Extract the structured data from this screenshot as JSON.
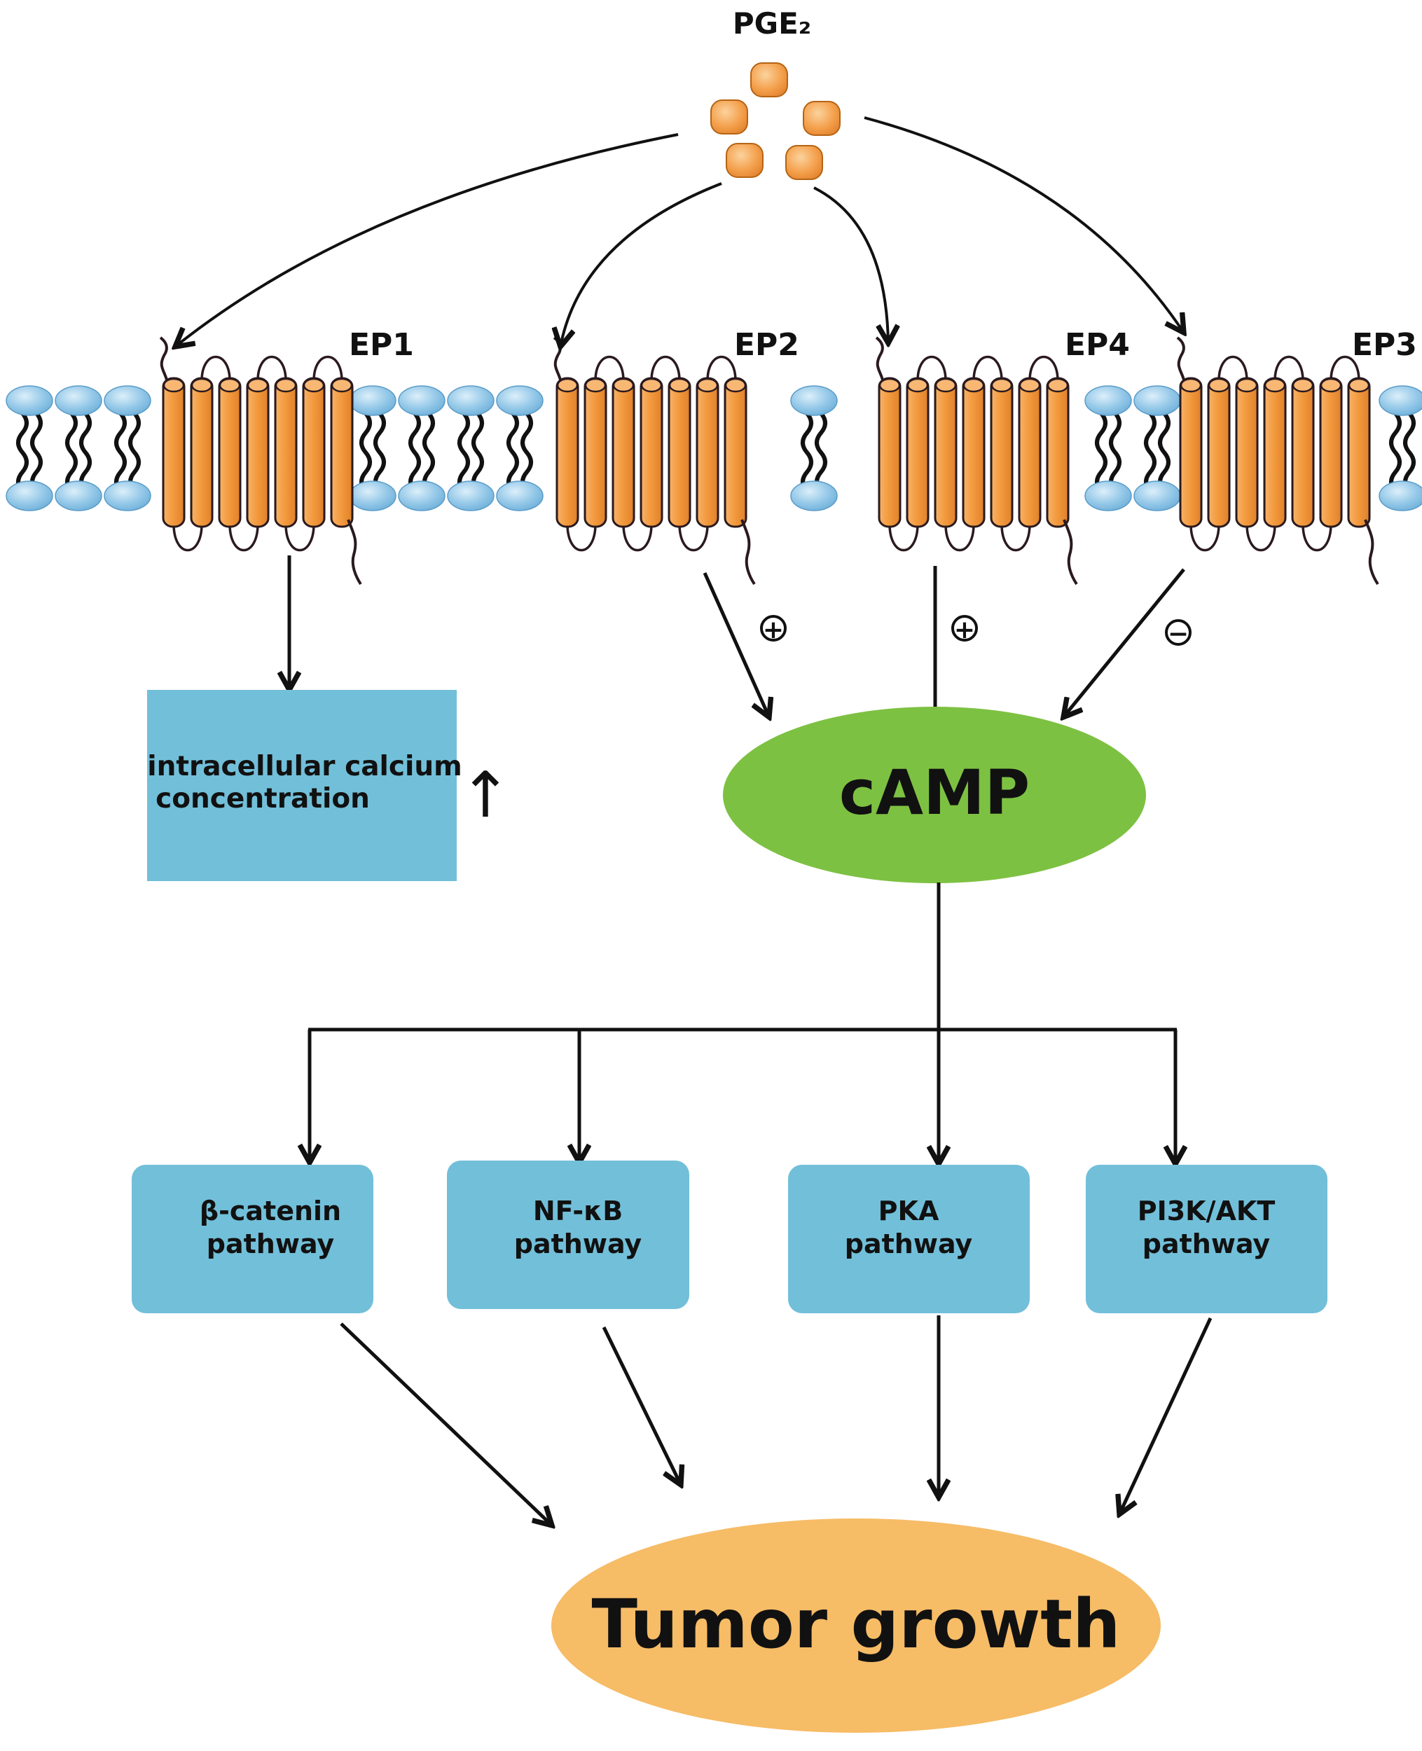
{
  "ligand": {
    "label": "PGE₂"
  },
  "receptors": [
    {
      "id": "ep1",
      "label": "EP1"
    },
    {
      "id": "ep2",
      "label": "EP2"
    },
    {
      "id": "ep4",
      "label": "EP4"
    },
    {
      "id": "ep3",
      "label": "EP3"
    }
  ],
  "effects": {
    "ep2": "+",
    "ep4": "+",
    "ep3": "−"
  },
  "calcium_box": {
    "line1": "intracellular calcium",
    "line2": "concentration",
    "arrow": "↑"
  },
  "camp": {
    "label": "cAMP"
  },
  "pathways": [
    {
      "line1": "β-catenin",
      "line2": "pathway"
    },
    {
      "line1": "NF-κB",
      "line2": "pathway"
    },
    {
      "line1": "PKA",
      "line2": "pathway"
    },
    {
      "line1": "PI3K/AKT",
      "line2": "pathway"
    }
  ],
  "outcome": {
    "label": "Tumor growth"
  },
  "colors": {
    "receptor": "#F5A04A",
    "lipid_head": "#8DC3E6",
    "box": "#72BFD9",
    "camp": "#7DC142",
    "tumor": "#F6BC66",
    "line": "#111111"
  }
}
